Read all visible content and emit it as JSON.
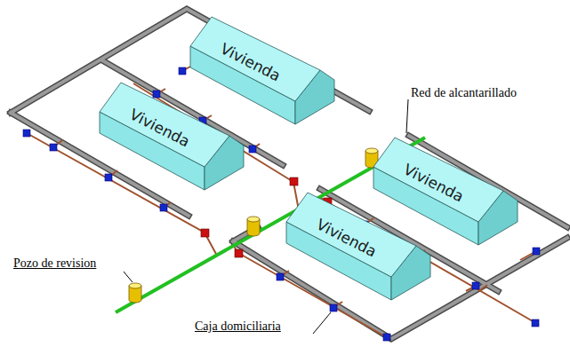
{
  "diagram": {
    "nodes": [
      {
        "text": [
          "Vivienda"
        ]
      },
      {
        "text": [
          "Vivienda"
        ]
      },
      {
        "text": [
          "Vivienda"
        ]
      },
      {
        "text": [
          "Vivienda"
        ]
      }
    ],
    "labels": [
      "Red de alcantarillado",
      "Pozo de revision",
      "Caja domiciliaria"
    ]
  }
}
